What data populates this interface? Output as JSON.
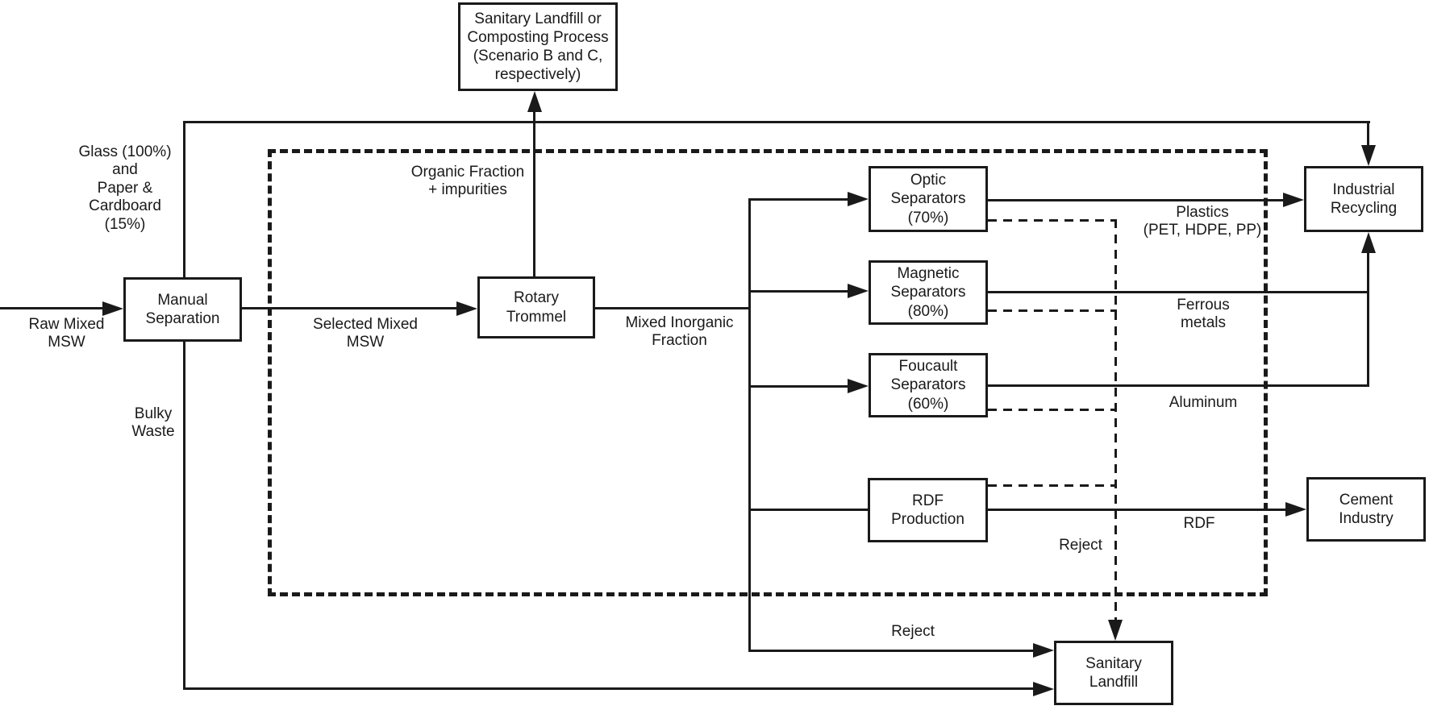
{
  "colors": {
    "line": "#1a1a1a",
    "background": "#ffffff"
  },
  "nodes": {
    "top_facility": {
      "label": "Sanitary Landfill or\nComposting Process\n(Scenario B and C,\nrespectively)"
    },
    "manual_separation": {
      "label": "Manual\nSeparation"
    },
    "rotary_trommel": {
      "label": "Rotary\nTrommel"
    },
    "optic_separators": {
      "label": "Optic\nSeparators\n(70%)"
    },
    "magnetic_separators": {
      "label": "Magnetic\nSeparators\n(80%)"
    },
    "foucault_separators": {
      "label": "Foucault\nSeparators\n(60%)"
    },
    "rdf_production": {
      "label": "RDF\nProduction"
    },
    "industrial_recycling": {
      "label": "Industrial\nRecycling"
    },
    "cement_industry": {
      "label": "Cement\nIndustry"
    },
    "sanitary_landfill": {
      "label": "Sanitary\nLandfill"
    }
  },
  "flow_labels": {
    "raw_mixed_msw": "Raw Mixed\nMSW",
    "glass_paper_cardboard": "Glass (100%)\nand\nPaper &\nCardboard\n(15%)",
    "bulky_waste": "Bulky\nWaste",
    "selected_mixed_msw": "Selected Mixed\nMSW",
    "organic_fraction": "Organic Fraction\n+ impurities",
    "mixed_inorganic_fraction": "Mixed Inorganic\nFraction",
    "plastics": "Plastics\n(PET, HDPE, PP)",
    "ferrous_metals": "Ferrous\nmetals",
    "aluminum": "Aluminum",
    "rdf": "RDF",
    "reject_separators": "Reject",
    "reject_trommel": "Reject"
  }
}
